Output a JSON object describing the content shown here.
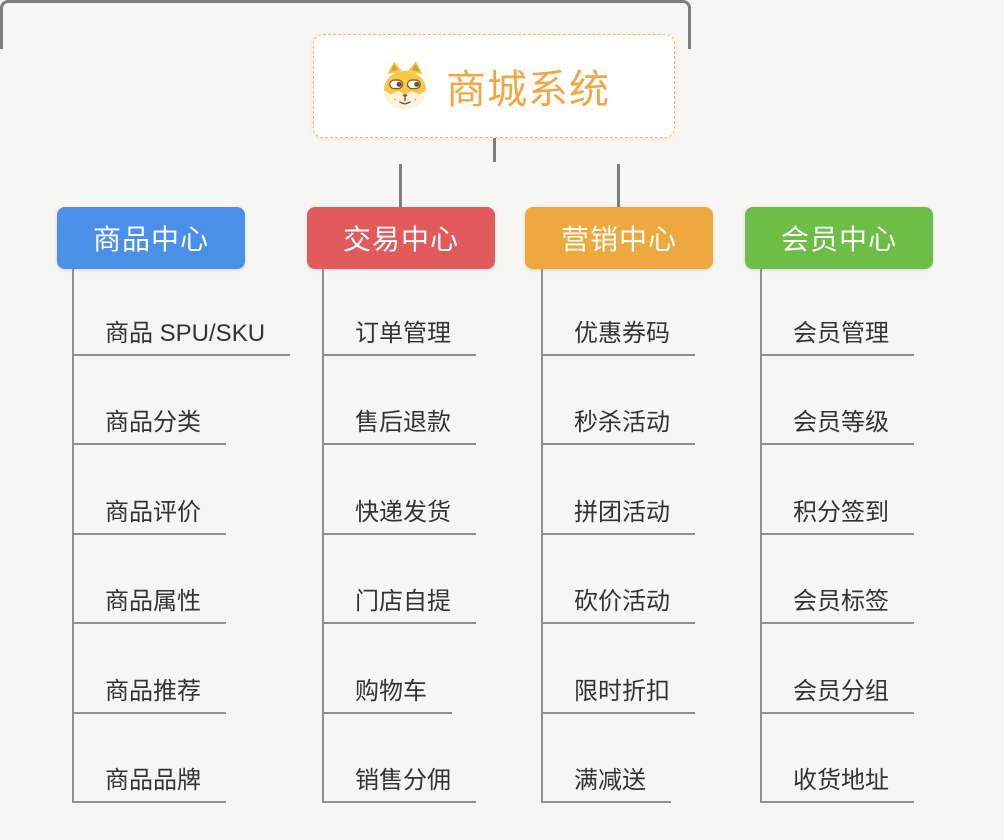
{
  "root": {
    "title": "商城系统",
    "icon": "dog-face-icon"
  },
  "branches": [
    {
      "label": "商品中心",
      "color": "#4a90e8",
      "items": [
        "商品 SPU/SKU",
        "商品分类",
        "商品评价",
        "商品属性",
        "商品推荐",
        "商品品牌"
      ]
    },
    {
      "label": "交易中心",
      "color": "#e25b5c",
      "items": [
        "订单管理",
        "售后退款",
        "快递发货",
        "门店自提",
        "购物车",
        "销售分佣"
      ]
    },
    {
      "label": "营销中心",
      "color": "#eda83e",
      "items": [
        "优惠券码",
        "秒杀活动",
        "拼团活动",
        "砍价活动",
        "限时折扣",
        "满减送"
      ]
    },
    {
      "label": "会员中心",
      "color": "#6cbe44",
      "items": [
        "会员管理",
        "会员等级",
        "积分签到",
        "会员标签",
        "会员分组",
        "收货地址"
      ]
    }
  ],
  "colors": {
    "background": "#f6f6f5",
    "root_title": "#f0a843",
    "root_border": "#f0be6b",
    "connector": "#7e7e7e",
    "item_line": "#8f8f8f",
    "item_text": "#333333"
  }
}
